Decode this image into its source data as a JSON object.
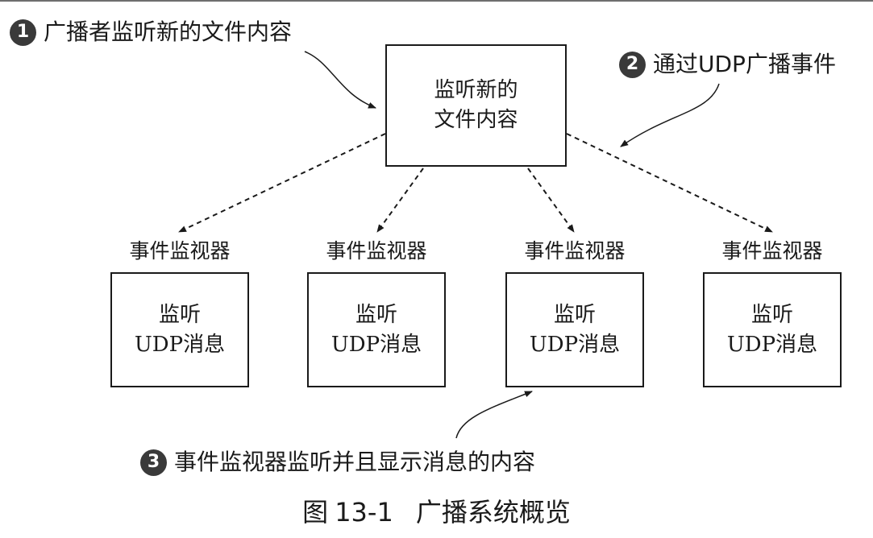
{
  "callouts": [
    {
      "number": "1",
      "text": "广播者监听新的文件内容"
    },
    {
      "number": "2",
      "text": "通过UDP广播事件"
    },
    {
      "number": "3",
      "text": "事件监视器监听并且显示消息的内容"
    }
  ],
  "broadcaster": {
    "line1": "监听新的",
    "line2": "文件内容"
  },
  "listeners": [
    {
      "label": "事件监视器",
      "line1": "监听",
      "line2": "UDP消息"
    },
    {
      "label": "事件监视器",
      "line1": "监听",
      "line2": "UDP消息"
    },
    {
      "label": "事件监视器",
      "line1": "监听",
      "line2": "UDP消息"
    },
    {
      "label": "事件监视器",
      "line1": "监听",
      "line2": "UDP消息"
    }
  ],
  "caption": {
    "prefix": "图",
    "number": "13-1",
    "title": "广播系统概览"
  }
}
